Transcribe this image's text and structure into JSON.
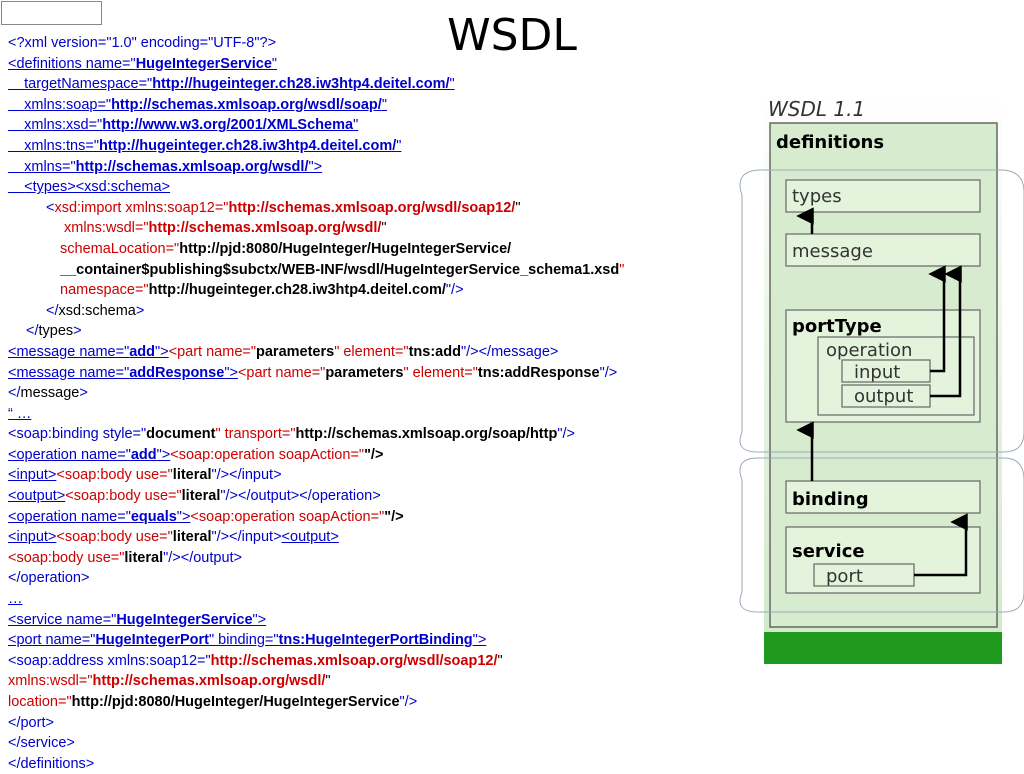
{
  "slide": {
    "title": "WSDL"
  },
  "code": {
    "l1": "<?xml version=\"1.0\" encoding=\"UTF-8\"?>",
    "l2a": "<definitions name=\"",
    "l2b": "HugeIntegerService",
    "l2c": "\"",
    "l3a": "targetNamespace=\"",
    "l3b": "http://hugeinteger.ch28.iw3htp4.deitel.com/",
    "l3c": "\"",
    "l4a": "xmlns:soap=\"",
    "l4b": "http://schemas.xmlsoap.org/wsdl/soap/",
    "l4c": "\"",
    "l5a": "xmlns:xsd=\"",
    "l5b": "http://www.w3.org/2001/XMLSchema",
    "l5c": "\"",
    "l6a": "xmlns:tns=\"",
    "l6b": "http://hugeinteger.ch28.iw3htp4.deitel.com/",
    "l6c": "\"",
    "l7a": "xmlns=\"",
    "l7b": "http://schemas.xmlsoap.org/wsdl/",
    "l7c": "\">",
    "l8": "<types><xsd:schema>",
    "l9a": "<",
    "l9b": "xsd:import xmlns:soap12=\"",
    "l9c": "http://schemas.xmlsoap.org/wsdl/soap12/",
    "l9d": "\"",
    "l10a": "xmlns:wsdl=\"",
    "l10b": "http://schemas.xmlsoap.org/wsdl/",
    "l10c": "\"",
    "l11a": "schemaLocation=\"",
    "l11b": "http://pjd:8080/HugeInteger/HugeIntegerService/",
    "l12a": "__container$publishing$subctx/WEB-INF/wsdl/HugeIntegerService_schema1.xsd",
    "l12b": "\"",
    "l13a": "namespace=\"",
    "l13b": "http://hugeinteger.ch28.iw3htp4.deitel.com/",
    "l13c": "\"/>",
    "l14a": "</",
    "l14b": "xsd:schema",
    "l14c": ">",
    "l15a": "</",
    "l15b": "types",
    "l15c": ">",
    "l16a": "<message name=\"",
    "l16b": "add",
    "l16c": "\">",
    "l16d": "<part name=\"",
    "l16e": "parameters",
    "l16f": "\" element=\"",
    "l16g": "tns:add",
    "l16h": "\"/></message>",
    "l17a": "<message name=\"",
    "l17b": "addResponse",
    "l17c": "\">",
    "l17d": "<part name=\"",
    "l17e": "parameters",
    "l17f": "\" element=\"",
    "l17g": "tns:addResponse",
    "l17h": "\"/>",
    "l18a": "</",
    "l18b": "message",
    "l18c": ">",
    "l19": "“ …",
    "l20a": "<soap:binding style=\"",
    "l20b": "document",
    "l20c": "\" transport=\"",
    "l20d": "http://schemas.xmlsoap.org/soap/http",
    "l20e": "\"/>",
    "l21a": "<operation name=\"",
    "l21b": "add",
    "l21c": "\">",
    "l21d": "<soap:operation soapAction=\"",
    "l21e": "\"/>",
    "l22a": "<input>",
    "l22b": "<soap:body use=\"",
    "l22c": "literal",
    "l22d": "\"/></input>",
    "l23a": "<output>",
    "l23b": "<soap:body use=\"",
    "l23c": "literal",
    "l23d": "\"/></output></operation>",
    "l24a": "<operation name=\"",
    "l24b": "equals",
    "l24c": "\">",
    "l24d": "<soap:operation soapAction=\"",
    "l24e": "\"/>",
    "l25a": "<input>",
    "l25b": "<soap:body use=\"",
    "l25c": "literal",
    "l25d": "\"/></input>",
    "l25e": "<output>",
    "l26a": "<soap:body use=\"",
    "l26b": "literal",
    "l26c": "\"/></output>",
    "l27": "</operation>",
    "l28": "…",
    "l29a": "<service name=\"",
    "l29b": "HugeIntegerService",
    "l29c": "\">",
    "l30a": "<port name=\"",
    "l30b": "HugeIntegerPort",
    "l30c": "\" binding=\"",
    "l30d": "tns:HugeIntegerPortBinding",
    "l30e": "\">",
    "l31a": "<soap:address xmlns:soap12=\"",
    "l31b": "http://schemas.xmlsoap.org/wsdl/soap12/",
    "l31c": "\"",
    "l32a": "xmlns:wsdl=\"",
    "l32b": "http://schemas.xmlsoap.org/wsdl/",
    "l32c": "\"",
    "l33a": "location=\"",
    "l33b": "http://pjd:8080/HugeInteger/HugeIntegerService",
    "l33c": "\"/>",
    "l34": "</port>",
    "l35": "</service>",
    "l36": "</definitions>"
  },
  "diagram": {
    "title": "WSDL 1.1",
    "definitions": "definitions",
    "types": "types",
    "message": "message",
    "porttype": "portType",
    "operation": "operation",
    "input": "input",
    "output": "output",
    "binding": "binding",
    "service": "service",
    "port": "port",
    "colors": {
      "green_fill": "#cfe8c7",
      "box_fill": "#e3f3dc",
      "dark_green": "#1f9a1f",
      "border": "#555555"
    }
  }
}
